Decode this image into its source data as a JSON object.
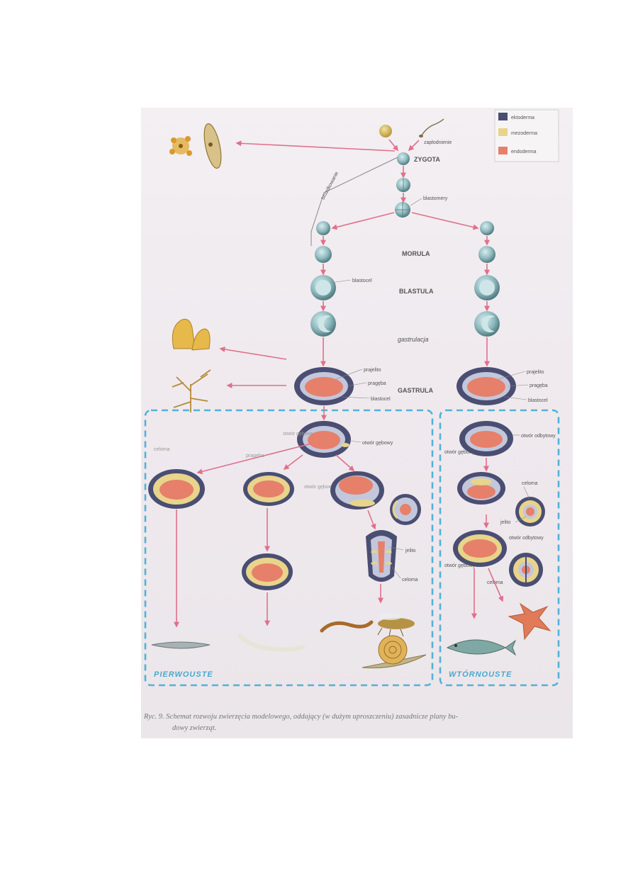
{
  "legend": [
    {
      "label": "ektoderma",
      "color": "#4a4e72"
    },
    {
      "label": "mezoderma",
      "color": "#e8d48a"
    },
    {
      "label": "endoderma",
      "color": "#e6806a"
    }
  ],
  "labels": {
    "zaplodnienie": "zapłodnienie",
    "zygota": "ZYGOTA",
    "bruzdkowanie": "bruzdkowanie",
    "blastomery": "blastomery",
    "morula": "MORULA",
    "blastocel_top": "blastocel",
    "blastula": "BLASTULA",
    "gastrulacja": "gastrulacja",
    "gastrula": "GASTRULA",
    "prajelito_l": "prajelito",
    "pragęba_l": "pragęba",
    "blastocel_l": "blastocel",
    "prajelito_r": "prajelito",
    "pragęba_r": "pragęba",
    "blastocel_r": "blastocel",
    "otwor_gebowy": "otwór gębowy",
    "otwor_odbytowy": "otwór odbytowy",
    "otwor_gebowy_r": "otwór gębowy",
    "celoma_top": "celoma",
    "jelito_r": "jelito",
    "otwor_odbytowy_r2": "otwór odbytowy",
    "otwor_gebowy_r2": "otwór gębowy",
    "celoma_r": "celoma",
    "jelito_l": "jelito",
    "celoma_l": "celoma",
    "pragebra_mid": "pragęba",
    "otwor_mid": "otwór gębowy"
  },
  "groups": {
    "left": "PIERWOUSTE",
    "right": "WTÓRNOUSTE"
  },
  "caption": {
    "line1": "Ryc. 9. Schemat rozwoju zwierzęcia modelowego, oddający (w dużym uproszczeniu) zasadnicze plany bu-",
    "line2": "dowy zwierząt."
  }
}
